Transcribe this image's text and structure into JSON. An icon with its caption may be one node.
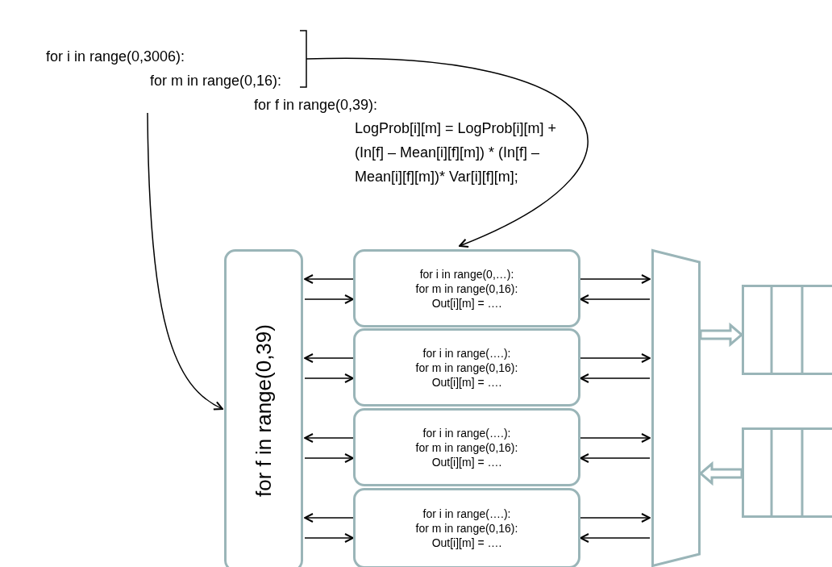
{
  "diagram": {
    "nodes": [
      {
        "text": [
          "for i in range(0,3006):",
          "for m in range(0,16):",
          "for f in range(0,39):",
          "LogProb[i][m] = LogProb[i][m] + (In[f] – Mean[i][f][m]) * (In[f] – Mean[i][f][m])* Var[i][f][m];"
        ]
      },
      {
        "text": [
          "for f in range(0,39)"
        ]
      },
      {
        "text": [
          "for i in range(0,…):",
          "for m in range(0,16):",
          "Out[i][m] = …."
        ]
      },
      {
        "text": [
          "for i in range(….):",
          "for m in range(0,16):",
          "Out[i][m] = …."
        ]
      },
      {
        "text": [
          "for i in range(….):",
          "for m in range(0,16):",
          "Out[i][m] = …."
        ]
      },
      {
        "text": [
          "for i in range(….):",
          "for m in range(0,16):",
          "Out[i][m] = …."
        ]
      },
      {
        "text": [],
        "shape": "trapezoid"
      },
      {
        "text": [],
        "shape": "box"
      },
      {
        "text": [],
        "shape": "box"
      }
    ],
    "edges": [
      {
        "from": 0,
        "to": 2,
        "arrow": "to"
      },
      {
        "from": 0,
        "to": 1,
        "arrow": "to"
      },
      {
        "from": 2,
        "to": 1,
        "arrow": "to"
      },
      {
        "from": 1,
        "to": 2,
        "arrow": "to"
      },
      {
        "from": 2,
        "to": 6,
        "arrow": "to"
      },
      {
        "from": 6,
        "to": 2,
        "arrow": "to"
      },
      {
        "from": 3,
        "to": 1,
        "arrow": "to"
      },
      {
        "from": 1,
        "to": 3,
        "arrow": "to"
      },
      {
        "from": 3,
        "to": 6,
        "arrow": "to"
      },
      {
        "from": 6,
        "to": 3,
        "arrow": "to"
      },
      {
        "from": 4,
        "to": 1,
        "arrow": "to"
      },
      {
        "from": 1,
        "to": 4,
        "arrow": "to"
      },
      {
        "from": 4,
        "to": 6,
        "arrow": "to"
      },
      {
        "from": 6,
        "to": 4,
        "arrow": "to"
      },
      {
        "from": 5,
        "to": 1,
        "arrow": "to"
      },
      {
        "from": 1,
        "to": 5,
        "arrow": "to"
      },
      {
        "from": 5,
        "to": 6,
        "arrow": "to"
      },
      {
        "from": 6,
        "to": 5,
        "arrow": "to"
      },
      {
        "from": 6,
        "to": 7,
        "arrow": "to",
        "style": "thick",
        "color": "#9ab5b8"
      },
      {
        "from": 8,
        "to": 6,
        "arrow": "to",
        "style": "thick",
        "color": "#9ab5b8"
      }
    ]
  }
}
